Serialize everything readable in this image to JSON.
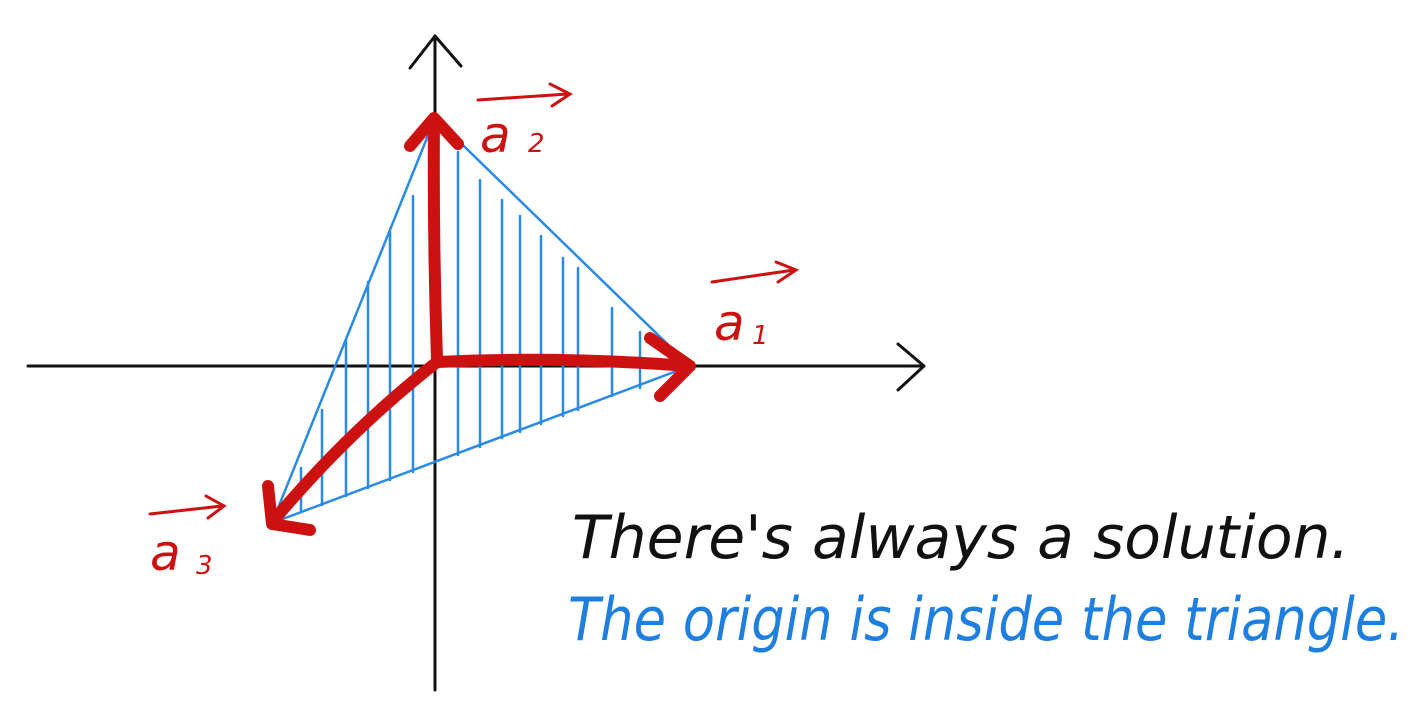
{
  "colors": {
    "axes": "#111111",
    "vectors": "#cc1111",
    "triangle": "#2a8ae6",
    "note_black": "#111111",
    "note_blue": "#1e7fe0"
  },
  "vectors": [
    {
      "letter": "a",
      "subscript": "1"
    },
    {
      "letter": "a",
      "subscript": "2"
    },
    {
      "letter": "a",
      "subscript": "3"
    }
  ],
  "notes": {
    "line1": "There's always a solution.",
    "line2": "The origin is inside the triangle."
  }
}
